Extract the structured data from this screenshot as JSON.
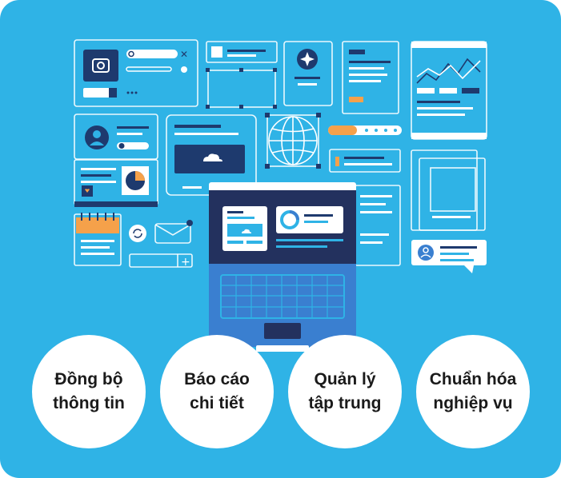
{
  "features": [
    {
      "line1": "Đồng bộ",
      "line2": "thông tin"
    },
    {
      "line1": "Báo cáo",
      "line2": "chi tiết"
    },
    {
      "line1": "Quản lý",
      "line2": "tập trung"
    },
    {
      "line1": "Chuẩn hóa",
      "line2": "nghiệp vụ"
    }
  ],
  "colors": {
    "background": "#2fb3e6",
    "card": "#ffffff",
    "navy": "#1e3a6e",
    "accent_orange": "#f5a14a",
    "screen_dark": "#23315e",
    "keyboard": "#3a7fd0"
  }
}
